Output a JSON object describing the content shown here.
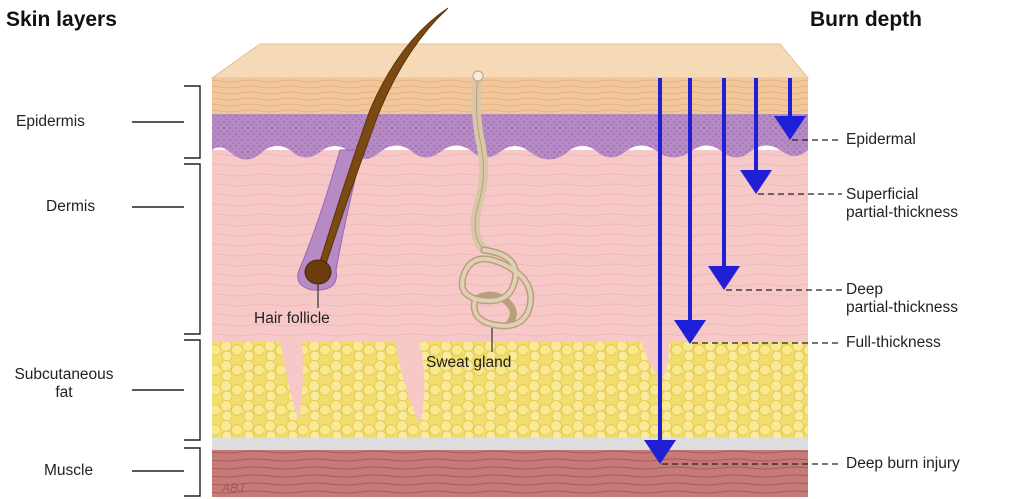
{
  "headings": {
    "skin_layers": "Skin layers",
    "burn_depth": "Burn depth"
  },
  "layers": {
    "epidermis": "Epidermis",
    "dermis": "Dermis",
    "subcutaneous_fat_line1": "Subcutaneous",
    "subcutaneous_fat_line2": "fat",
    "muscle": "Muscle"
  },
  "structures": {
    "hair_follicle": "Hair follicle",
    "sweat_gland": "Sweat gland"
  },
  "burns": {
    "epidermal": "Epidermal",
    "superficial_line1": "Superficial",
    "superficial_line2": "partial-thickness",
    "deep_partial_line1": "Deep",
    "deep_partial_line2": "partial-thickness",
    "full_thickness": "Full-thickness",
    "deep_burn_injury": "Deep burn injury"
  },
  "signature": "ABJ",
  "colors": {
    "arrow": "#1f1fd6",
    "epidermis": "#f3c9a0",
    "basal_layer": "#b98cc6",
    "dermis": "#f6c6c6",
    "fat": "#f6e27a",
    "fascia": "#dcdcdc",
    "muscle": "#c97c7c",
    "hair": "#7a4a12",
    "gland": "#d9c7a8"
  }
}
